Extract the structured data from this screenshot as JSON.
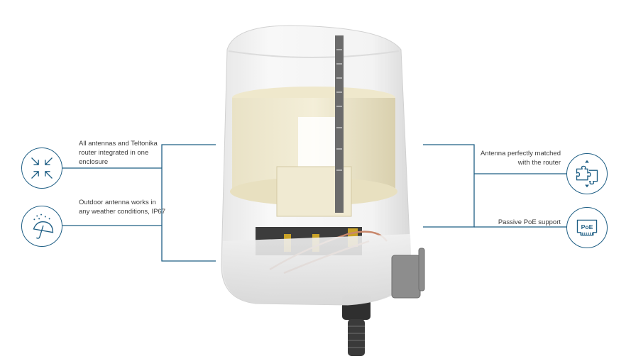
{
  "features": {
    "left": [
      {
        "text": "All antennas and Teltonika router integrated in one enclosure",
        "icon": "compress-arrows-icon"
      },
      {
        "text": "Outdoor antenna works in any weather conditions, IP67",
        "icon": "umbrella-rain-icon"
      }
    ],
    "right": [
      {
        "text": "Antenna perfectly matched with the router",
        "icon": "puzzle-icon"
      },
      {
        "text": "Passive PoE support",
        "icon": "poe-port-icon",
        "badge": "PoE"
      }
    ]
  },
  "colors": {
    "accent": "#1f5f85",
    "text": "#3b3b3b",
    "background": "#ffffff"
  }
}
